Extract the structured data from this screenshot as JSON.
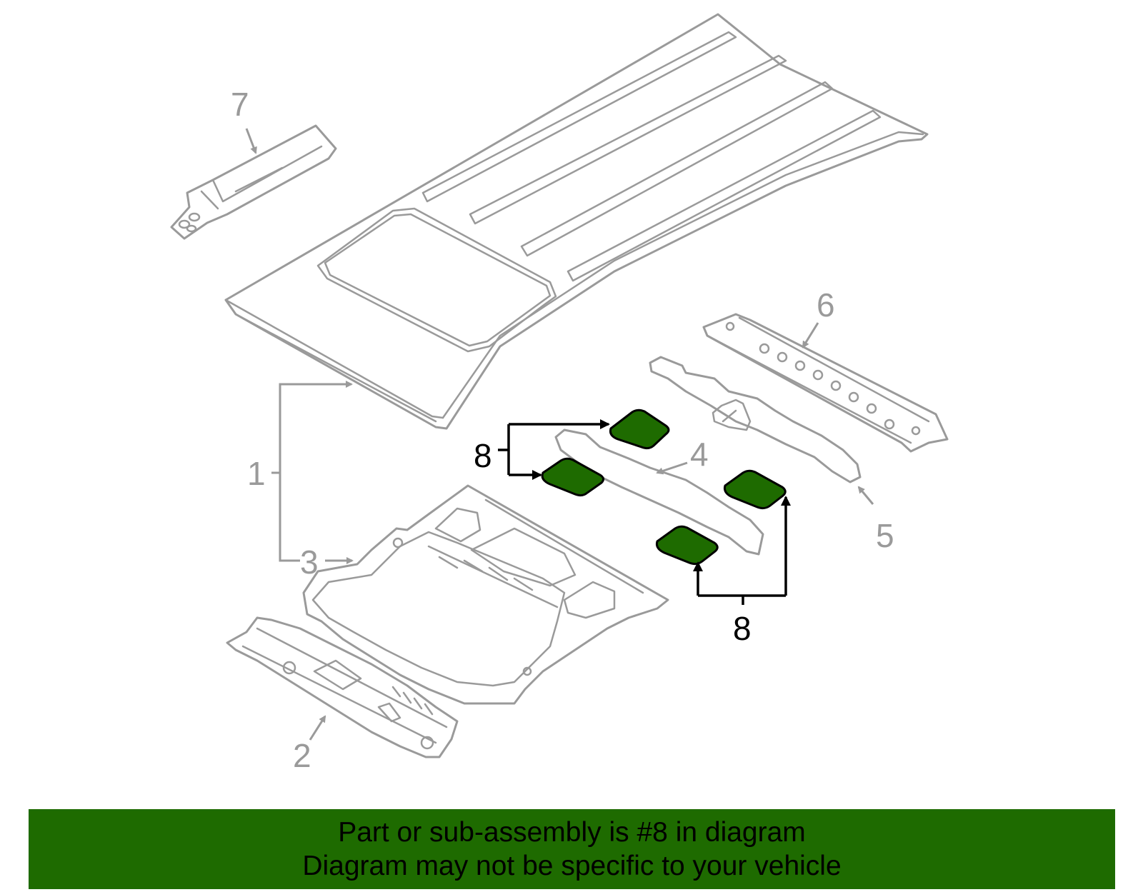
{
  "diagram": {
    "callouts": {
      "c1": "1",
      "c2": "2",
      "c3": "3",
      "c4": "4",
      "c5": "5",
      "c6": "6",
      "c7": "7",
      "c8a": "8",
      "c8b": "8"
    },
    "colors": {
      "highlight": "#1e6b00",
      "part_stroke": "#9a9a9a",
      "leader": "#000000"
    }
  },
  "banner": {
    "line1": "Part or sub-assembly is #8 in diagram",
    "line2": "Diagram may not be specific to your vehicle",
    "color": "#1e6b00"
  }
}
